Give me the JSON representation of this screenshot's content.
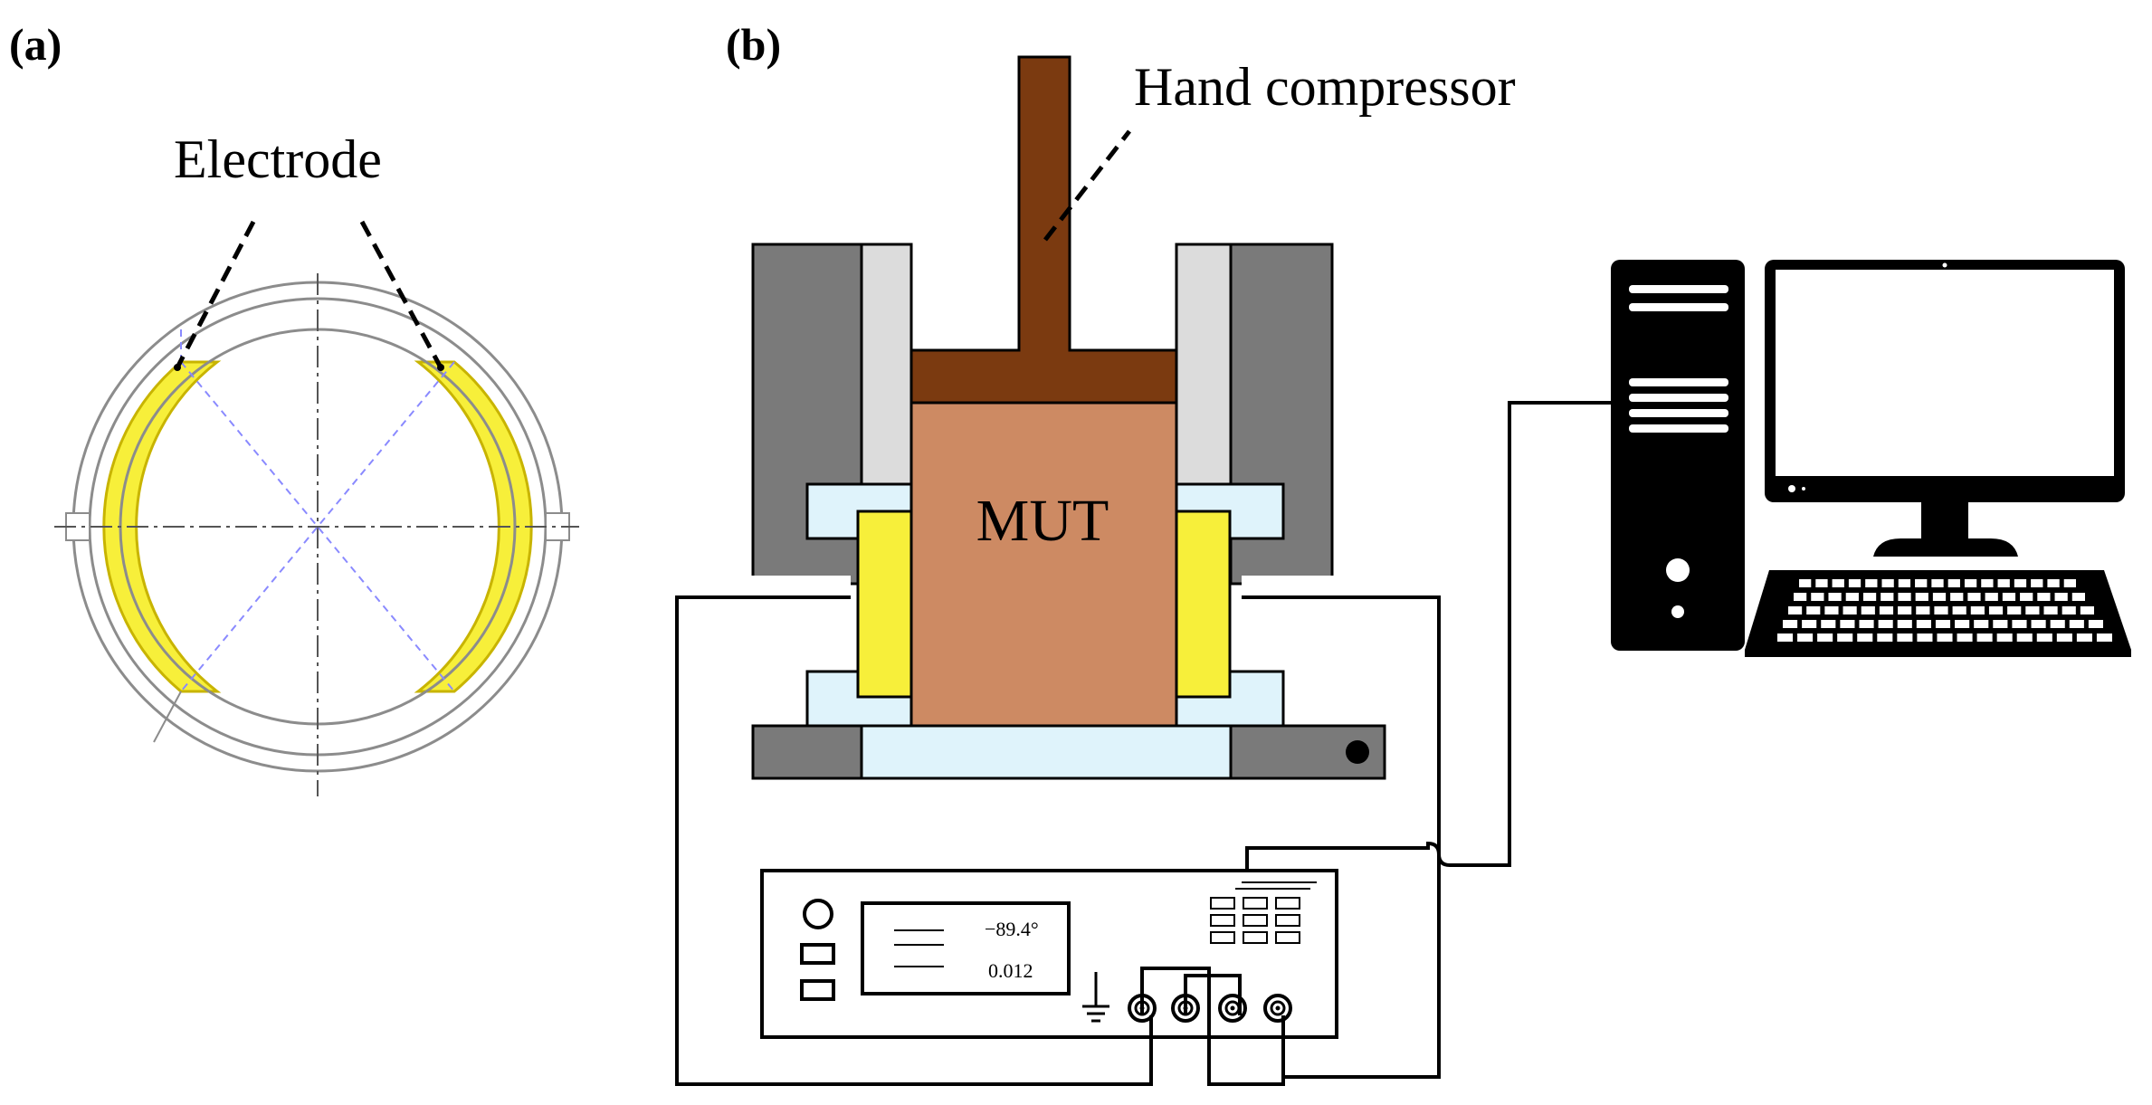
{
  "panels": {
    "a": {
      "label": "(a)",
      "electrode_label": "Electrode"
    },
    "b": {
      "label": "(b)",
      "compressor_label": "Hand compressor",
      "sample_label": "MUT"
    }
  },
  "meter": {
    "readout_phase": "−89.4°",
    "readout_value": "0.012"
  },
  "colors": {
    "electrode": "#f7ef3a",
    "electrode_edge": "#c8b400",
    "compressor": "#7b3a10",
    "sample": "#cd8a63",
    "holder_dark": "#7a7a7a",
    "holder_light": "#dcdcdc",
    "insulator": "#dff3fb",
    "outline": "#000000",
    "centerline": "#8a8aff"
  },
  "icons": [
    "power-button-icon",
    "ground-symbol-icon",
    "bnc-terminal-icon",
    "desktop-computer-icon"
  ]
}
